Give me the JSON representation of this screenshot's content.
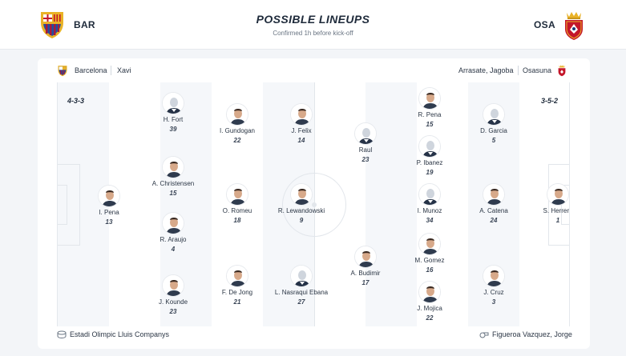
{
  "header": {
    "title": "POSSIBLE LINEUPS",
    "subtitle": "Confirmed 1h before kick-off",
    "home_code": "BAR",
    "away_code": "OSA"
  },
  "lineup_bar": {
    "home_team": "Barcelona",
    "home_coach": "Xavi",
    "away_coach": "Arrasate, Jagoba",
    "away_team": "Osasuna"
  },
  "home": {
    "formation": "4-3-3",
    "players": [
      {
        "name": "I. Pena",
        "number": "13",
        "photo": true
      },
      {
        "name": "H. Fort",
        "number": "39",
        "photo": false
      },
      {
        "name": "A. Christensen",
        "number": "15",
        "photo": true
      },
      {
        "name": "R. Araujo",
        "number": "4",
        "photo": true
      },
      {
        "name": "J. Kounde",
        "number": "23",
        "photo": true
      },
      {
        "name": "I. Gundogan",
        "number": "22",
        "photo": true
      },
      {
        "name": "O. Romeu",
        "number": "18",
        "photo": true
      },
      {
        "name": "F. De Jong",
        "number": "21",
        "photo": true
      },
      {
        "name": "J. Felix",
        "number": "14",
        "photo": true
      },
      {
        "name": "R. Lewandowski",
        "number": "9",
        "photo": true
      },
      {
        "name": "L. Nasraqui Ebana",
        "number": "27",
        "photo": false
      }
    ]
  },
  "away": {
    "formation": "3-5-2",
    "players": [
      {
        "name": "Raul",
        "number": "23",
        "photo": false
      },
      {
        "name": "A. Budimir",
        "number": "17",
        "photo": true
      },
      {
        "name": "R. Pena",
        "number": "15",
        "photo": true
      },
      {
        "name": "P. Ibanez",
        "number": "19",
        "photo": false
      },
      {
        "name": "I. Munoz",
        "number": "34",
        "photo": false
      },
      {
        "name": "M. Gomez",
        "number": "16",
        "photo": true
      },
      {
        "name": "J. Mojica",
        "number": "22",
        "photo": true
      },
      {
        "name": "D. Garcia",
        "number": "5",
        "photo": false
      },
      {
        "name": "A. Catena",
        "number": "24",
        "photo": true
      },
      {
        "name": "J. Cruz",
        "number": "3",
        "photo": true
      },
      {
        "name": "S. Herrera",
        "number": "1",
        "photo": true
      }
    ]
  },
  "footer": {
    "stadium": "Estadi Olimpic Lluis Companys",
    "referee": "Figueroa Vazquez, Jorge"
  },
  "icons": {
    "home_crest": "barcelona-crest-icon",
    "away_crest": "osasuna-crest-icon",
    "stadium": "stadium-icon",
    "referee": "whistle-icon"
  },
  "colors": {
    "barca_blue": "#1f4fa0",
    "barca_red": "#a6193c",
    "osasuna_red": "#c4162a",
    "gold": "#e9b227"
  }
}
